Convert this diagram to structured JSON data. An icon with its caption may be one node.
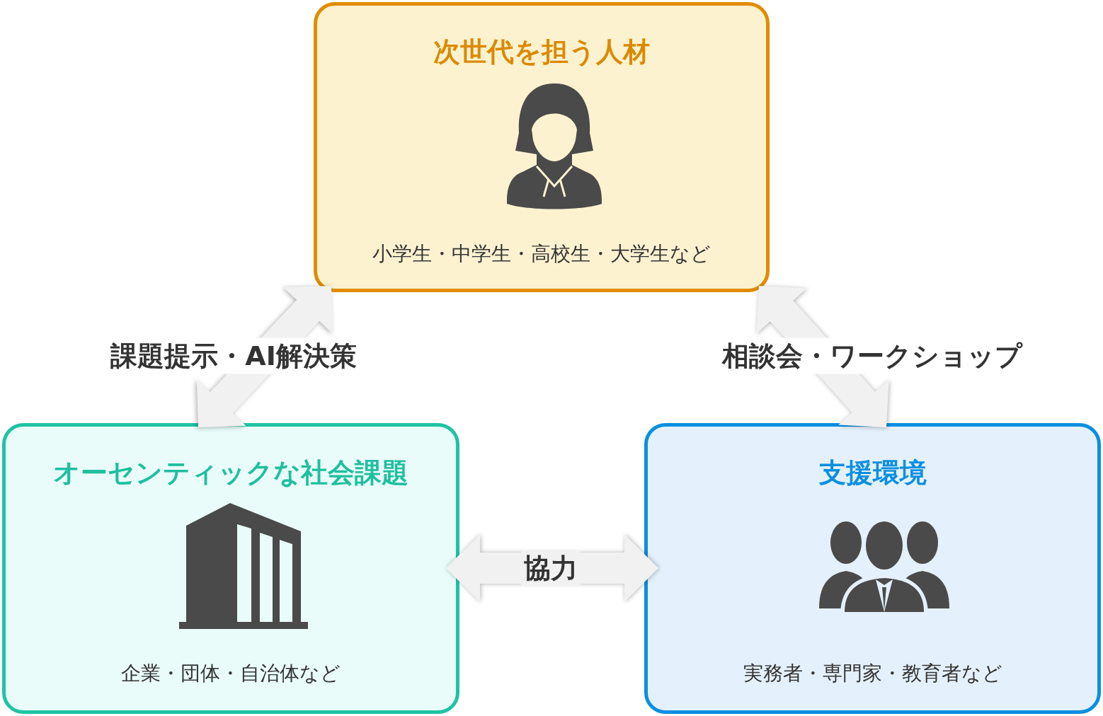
{
  "diagram": {
    "nodes": [
      {
        "text": [
          "次世代を担う人材",
          "小学生・中学生・高校生・大学生など"
        ]
      },
      {
        "text": [
          "オーセンティックな社会課題",
          "企業・団体・自治体など"
        ]
      },
      {
        "text": [
          "支援環境",
          "実務者・専門家・教育者など"
        ]
      }
    ],
    "edges": [
      {
        "from": 0,
        "to": 1,
        "arrow": "both",
        "label": "課題提示・AI解決策"
      },
      {
        "from": 0,
        "to": 2,
        "arrow": "both",
        "label": "相談会・ワークショップ"
      },
      {
        "from": 1,
        "to": 2,
        "arrow": "both",
        "label": "協力"
      }
    ]
  }
}
